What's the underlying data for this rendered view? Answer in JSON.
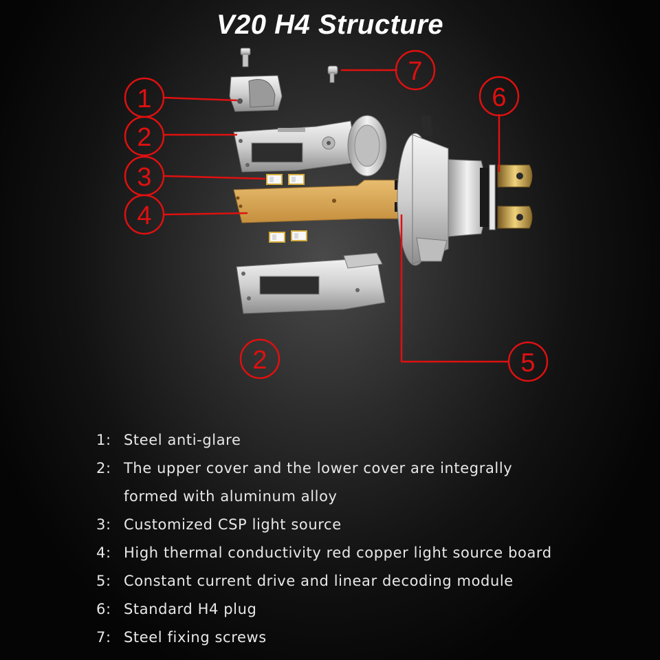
{
  "title": "V20 H4 Structure",
  "callouts": [
    "1",
    "2",
    "3",
    "4",
    "5",
    "6",
    "7",
    "2"
  ],
  "legend": [
    {
      "num": "1:",
      "lines": [
        "Steel anti-glare"
      ]
    },
    {
      "num": "2:",
      "lines": [
        "The upper cover and the lower cover are integrally",
        "formed with aluminum alloy"
      ]
    },
    {
      "num": "3:",
      "lines": [
        "Customized CSP light source"
      ]
    },
    {
      "num": "4:",
      "lines": [
        "High thermal conductivity red copper light source board"
      ]
    },
    {
      "num": "5:",
      "lines": [
        "Constant current drive and linear decoding module"
      ]
    },
    {
      "num": "6:",
      "lines": [
        "Standard H4 plug"
      ]
    },
    {
      "num": "7:",
      "lines": [
        "Steel fixing screws"
      ]
    }
  ],
  "colors": {
    "callout": "#e01010",
    "text": "#e8e8e8",
    "copper_board": "#d9a75a"
  }
}
